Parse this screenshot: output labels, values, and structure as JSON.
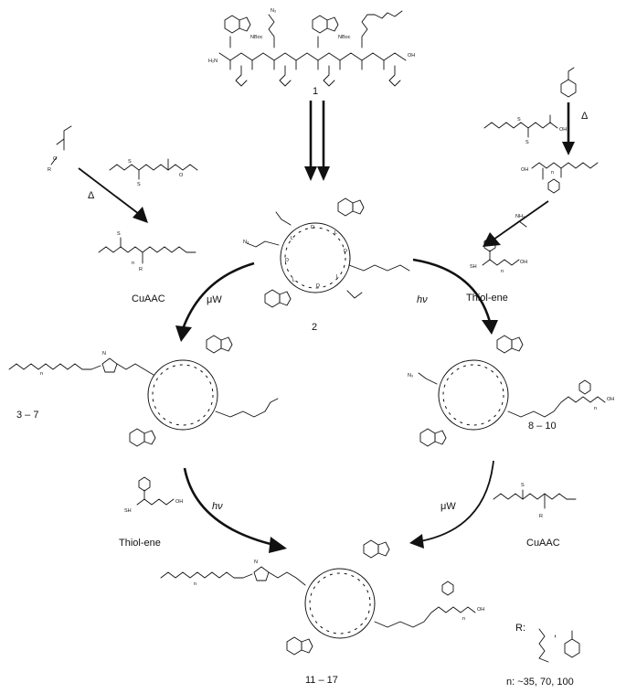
{
  "compounds": {
    "peptide": "1",
    "macrocycle": "2",
    "cuaac_products": "3 – 7",
    "thiolene_products": "8 – 10",
    "final_products": "11 – 17"
  },
  "conditions": {
    "heat": "Δ",
    "microwave": "μW",
    "light": "hν",
    "cuaac": "CuAAC",
    "thiol_ene": "Thiol-ene"
  },
  "atoms": {
    "nboc": "NBoc",
    "n3": "N₃",
    "h2n": "H₂N",
    "nh2": "NH₂",
    "oh": "OH",
    "sh": "SH",
    "s": "S",
    "o": "O",
    "n": "N",
    "h": "H",
    "l": "L",
    "d": "D",
    "r": "R",
    "nsub": "n"
  },
  "legend": {
    "r_label": "R:",
    "n_label": "n: ~35, 70, 100",
    "separator": ","
  },
  "colors": {
    "ink": "#111111",
    "background": "#ffffff"
  }
}
